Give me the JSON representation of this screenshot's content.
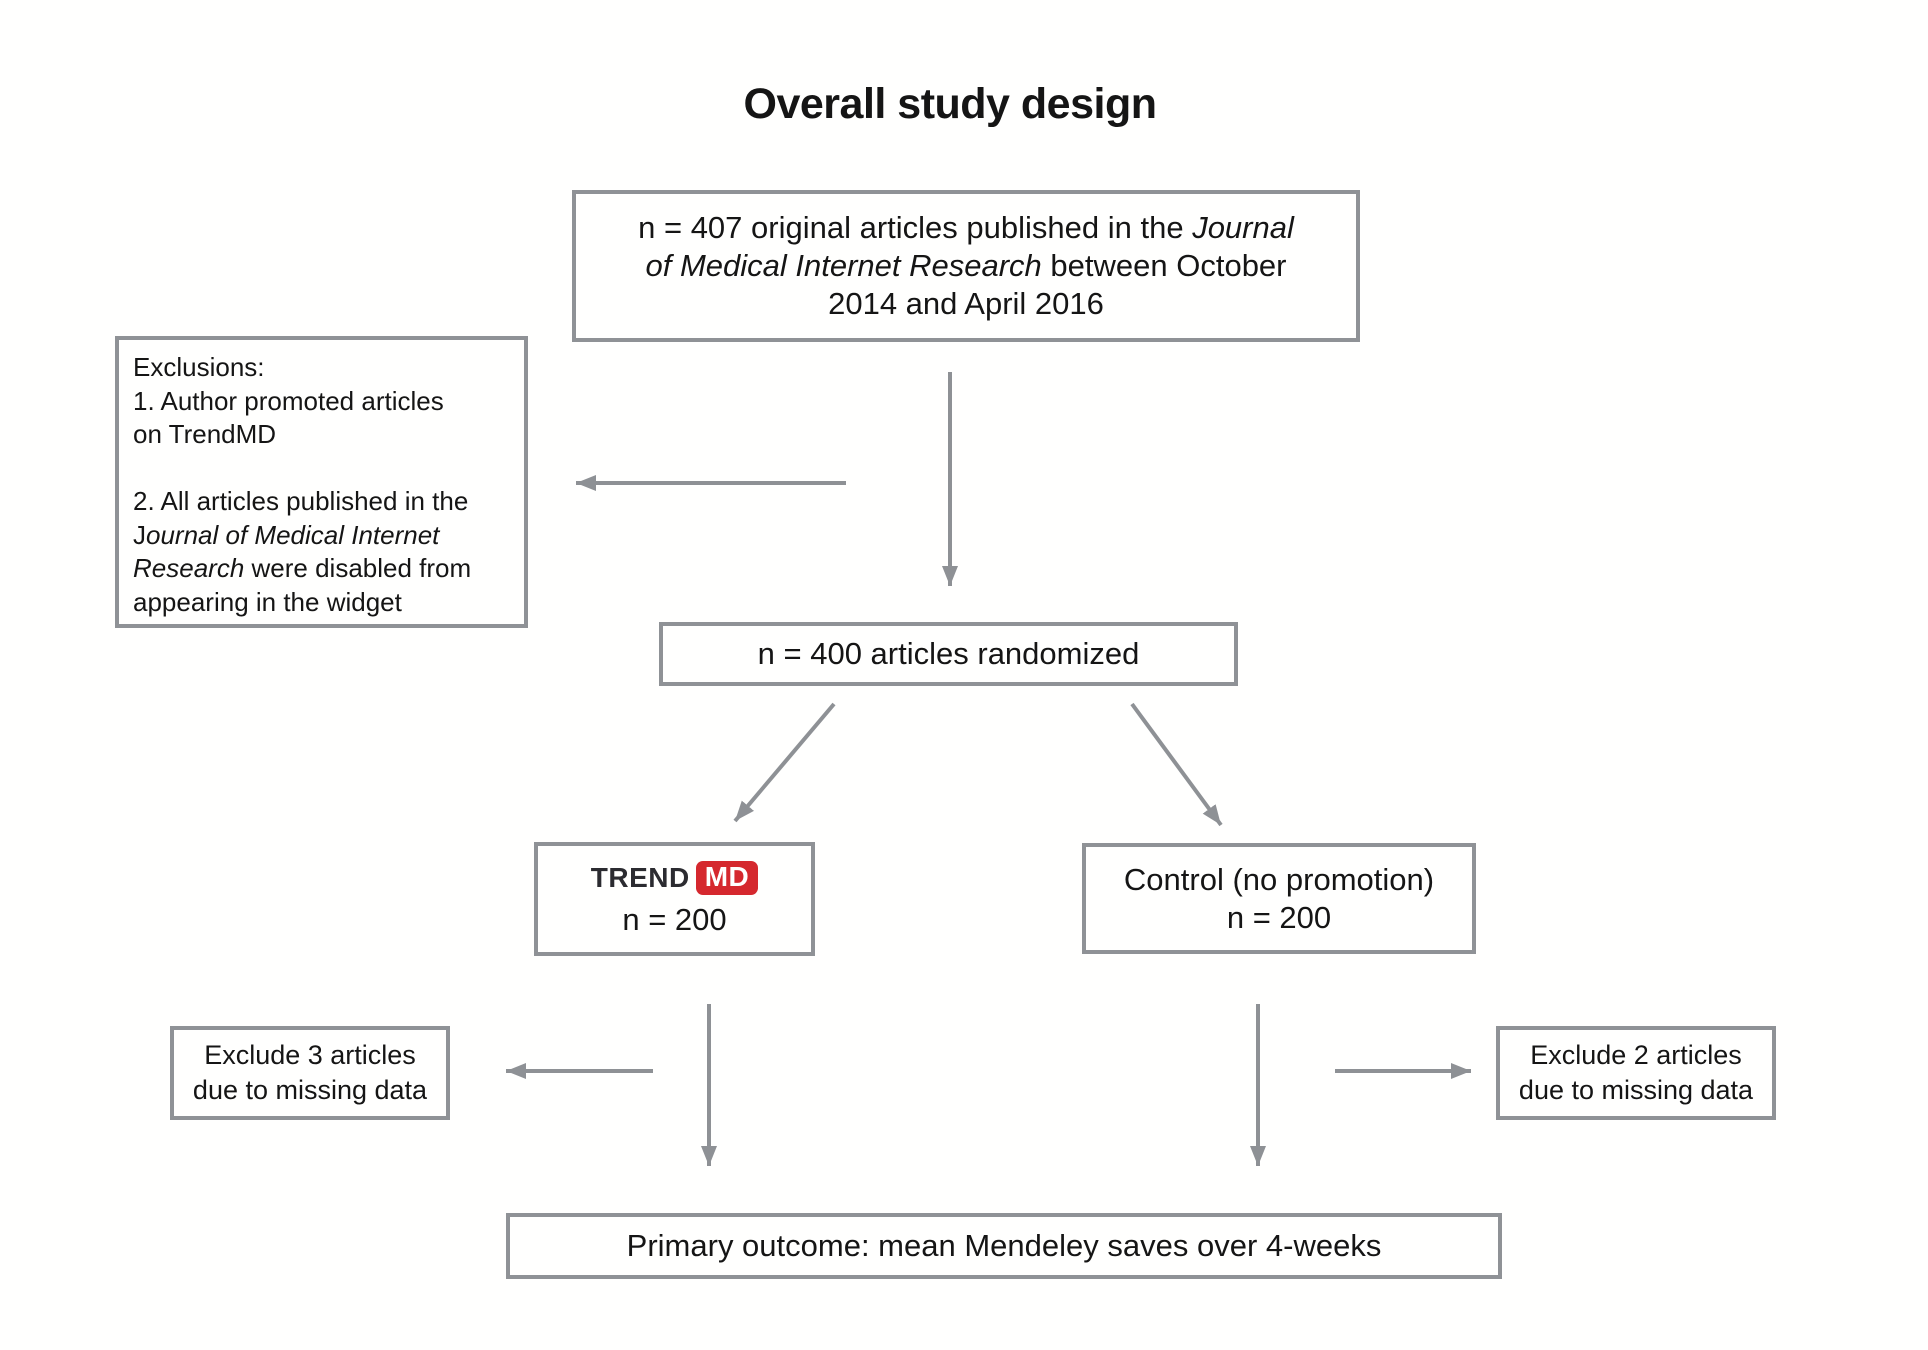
{
  "title": "Overall study design",
  "colors": {
    "box_border": "#8f9296",
    "arrow": "#8e9195",
    "ink": "#151515",
    "trendmd_red": "#d5282e",
    "trendmd_dark": "#2b2b30",
    "trendmd_md_text": "#ffffff"
  },
  "boxes": {
    "initial": {
      "lines": [
        "n = 407 original articles published in the *Journal*",
        "*of Medical Internet Research* between October",
        "2014 and April 2016"
      ]
    },
    "exclusions": {
      "lines": [
        "Exclusions:",
        "1. Author promoted articles",
        "on TrendMD",
        "",
        "2. All articles published in the",
        "J*ournal of Medical Internet*",
        "*Research* were disabled from",
        "appearing in the widget"
      ]
    },
    "randomized": {
      "label": "n = 400 articles randomized"
    },
    "trendmd": {
      "logo_trend": "TREND",
      "logo_md": "MD",
      "n_label": "n = 200"
    },
    "control": {
      "lines": [
        "Control (no promotion)",
        "n = 200"
      ]
    },
    "exclude_left": {
      "lines": [
        "Exclude 3 articles",
        "due to missing data"
      ]
    },
    "exclude_right": {
      "lines": [
        "Exclude 2 articles",
        "due to missing data"
      ]
    },
    "outcome": {
      "label": "Primary outcome: mean Mendeley saves over 4-weeks"
    }
  }
}
